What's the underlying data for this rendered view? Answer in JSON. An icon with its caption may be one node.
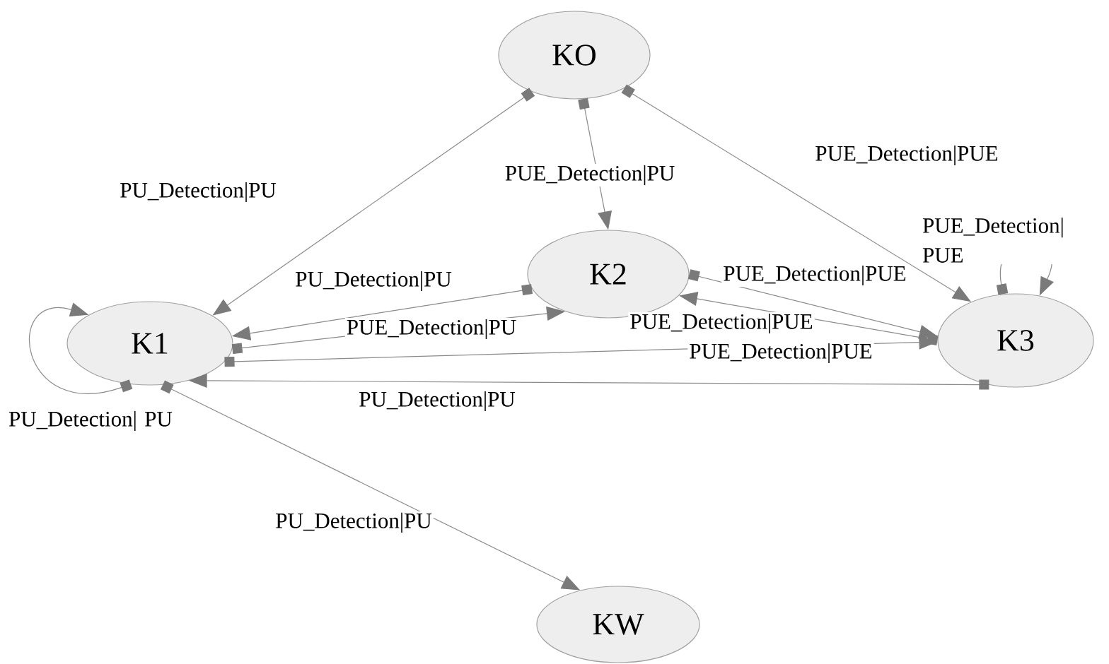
{
  "diagram": {
    "nodes": [
      {
        "text": [
          "KO"
        ]
      },
      {
        "text": [
          "K2"
        ]
      },
      {
        "text": [
          "K3"
        ]
      },
      {
        "text": [
          "K1"
        ]
      },
      {
        "text": [
          "KW"
        ]
      }
    ],
    "edges": [
      {
        "from": 0,
        "to": 3,
        "arrow": "to",
        "label": "PU_Detection|PU"
      },
      {
        "from": 0,
        "to": 1,
        "arrow": "to",
        "label": "PUE_Detection|PU"
      },
      {
        "from": 0,
        "to": 2,
        "arrow": "to",
        "label": "PUE_Detection|PUE"
      },
      {
        "from": 3,
        "to": 3,
        "arrow": "to",
        "label": "PU_Detection| PU"
      },
      {
        "from": 2,
        "to": 2,
        "arrow": "to",
        "label": "PUE_Detection| PUE"
      },
      {
        "from": 1,
        "to": 3,
        "arrow": "to",
        "label": "PU_Detection|PU"
      },
      {
        "from": 3,
        "to": 1,
        "arrow": "to",
        "label": "PUE_Detection|PU"
      },
      {
        "from": 1,
        "to": 2,
        "arrow": "to",
        "label": "PUE_Detection|PUE"
      },
      {
        "from": 2,
        "to": 1,
        "arrow": "to",
        "label": "PUE_Detection|PUE"
      },
      {
        "from": 3,
        "to": 2,
        "arrow": "to",
        "label": "PUE_Detection|PUE"
      },
      {
        "from": 2,
        "to": 3,
        "arrow": "to",
        "label": "PU_Detection|PU"
      },
      {
        "from": 3,
        "to": 4,
        "arrow": "to",
        "label": "PU_Detection|PU"
      }
    ]
  }
}
